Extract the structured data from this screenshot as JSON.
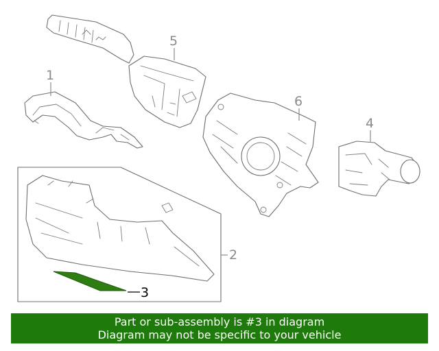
{
  "diagram": {
    "callouts": {
      "c1": "1",
      "c2": "2",
      "c3": "3",
      "c4": "4",
      "c5": "5",
      "c6": "6"
    },
    "highlighted_part": "3",
    "highlight_color": "#2e7d12",
    "line_color": "#6d6d6d"
  },
  "banner": {
    "line1": "Part or sub-assembly is #3 in diagram",
    "line2": "Diagram may not be specific to your vehicle",
    "background": "#1f7a0c",
    "text_color": "#ffffff"
  }
}
